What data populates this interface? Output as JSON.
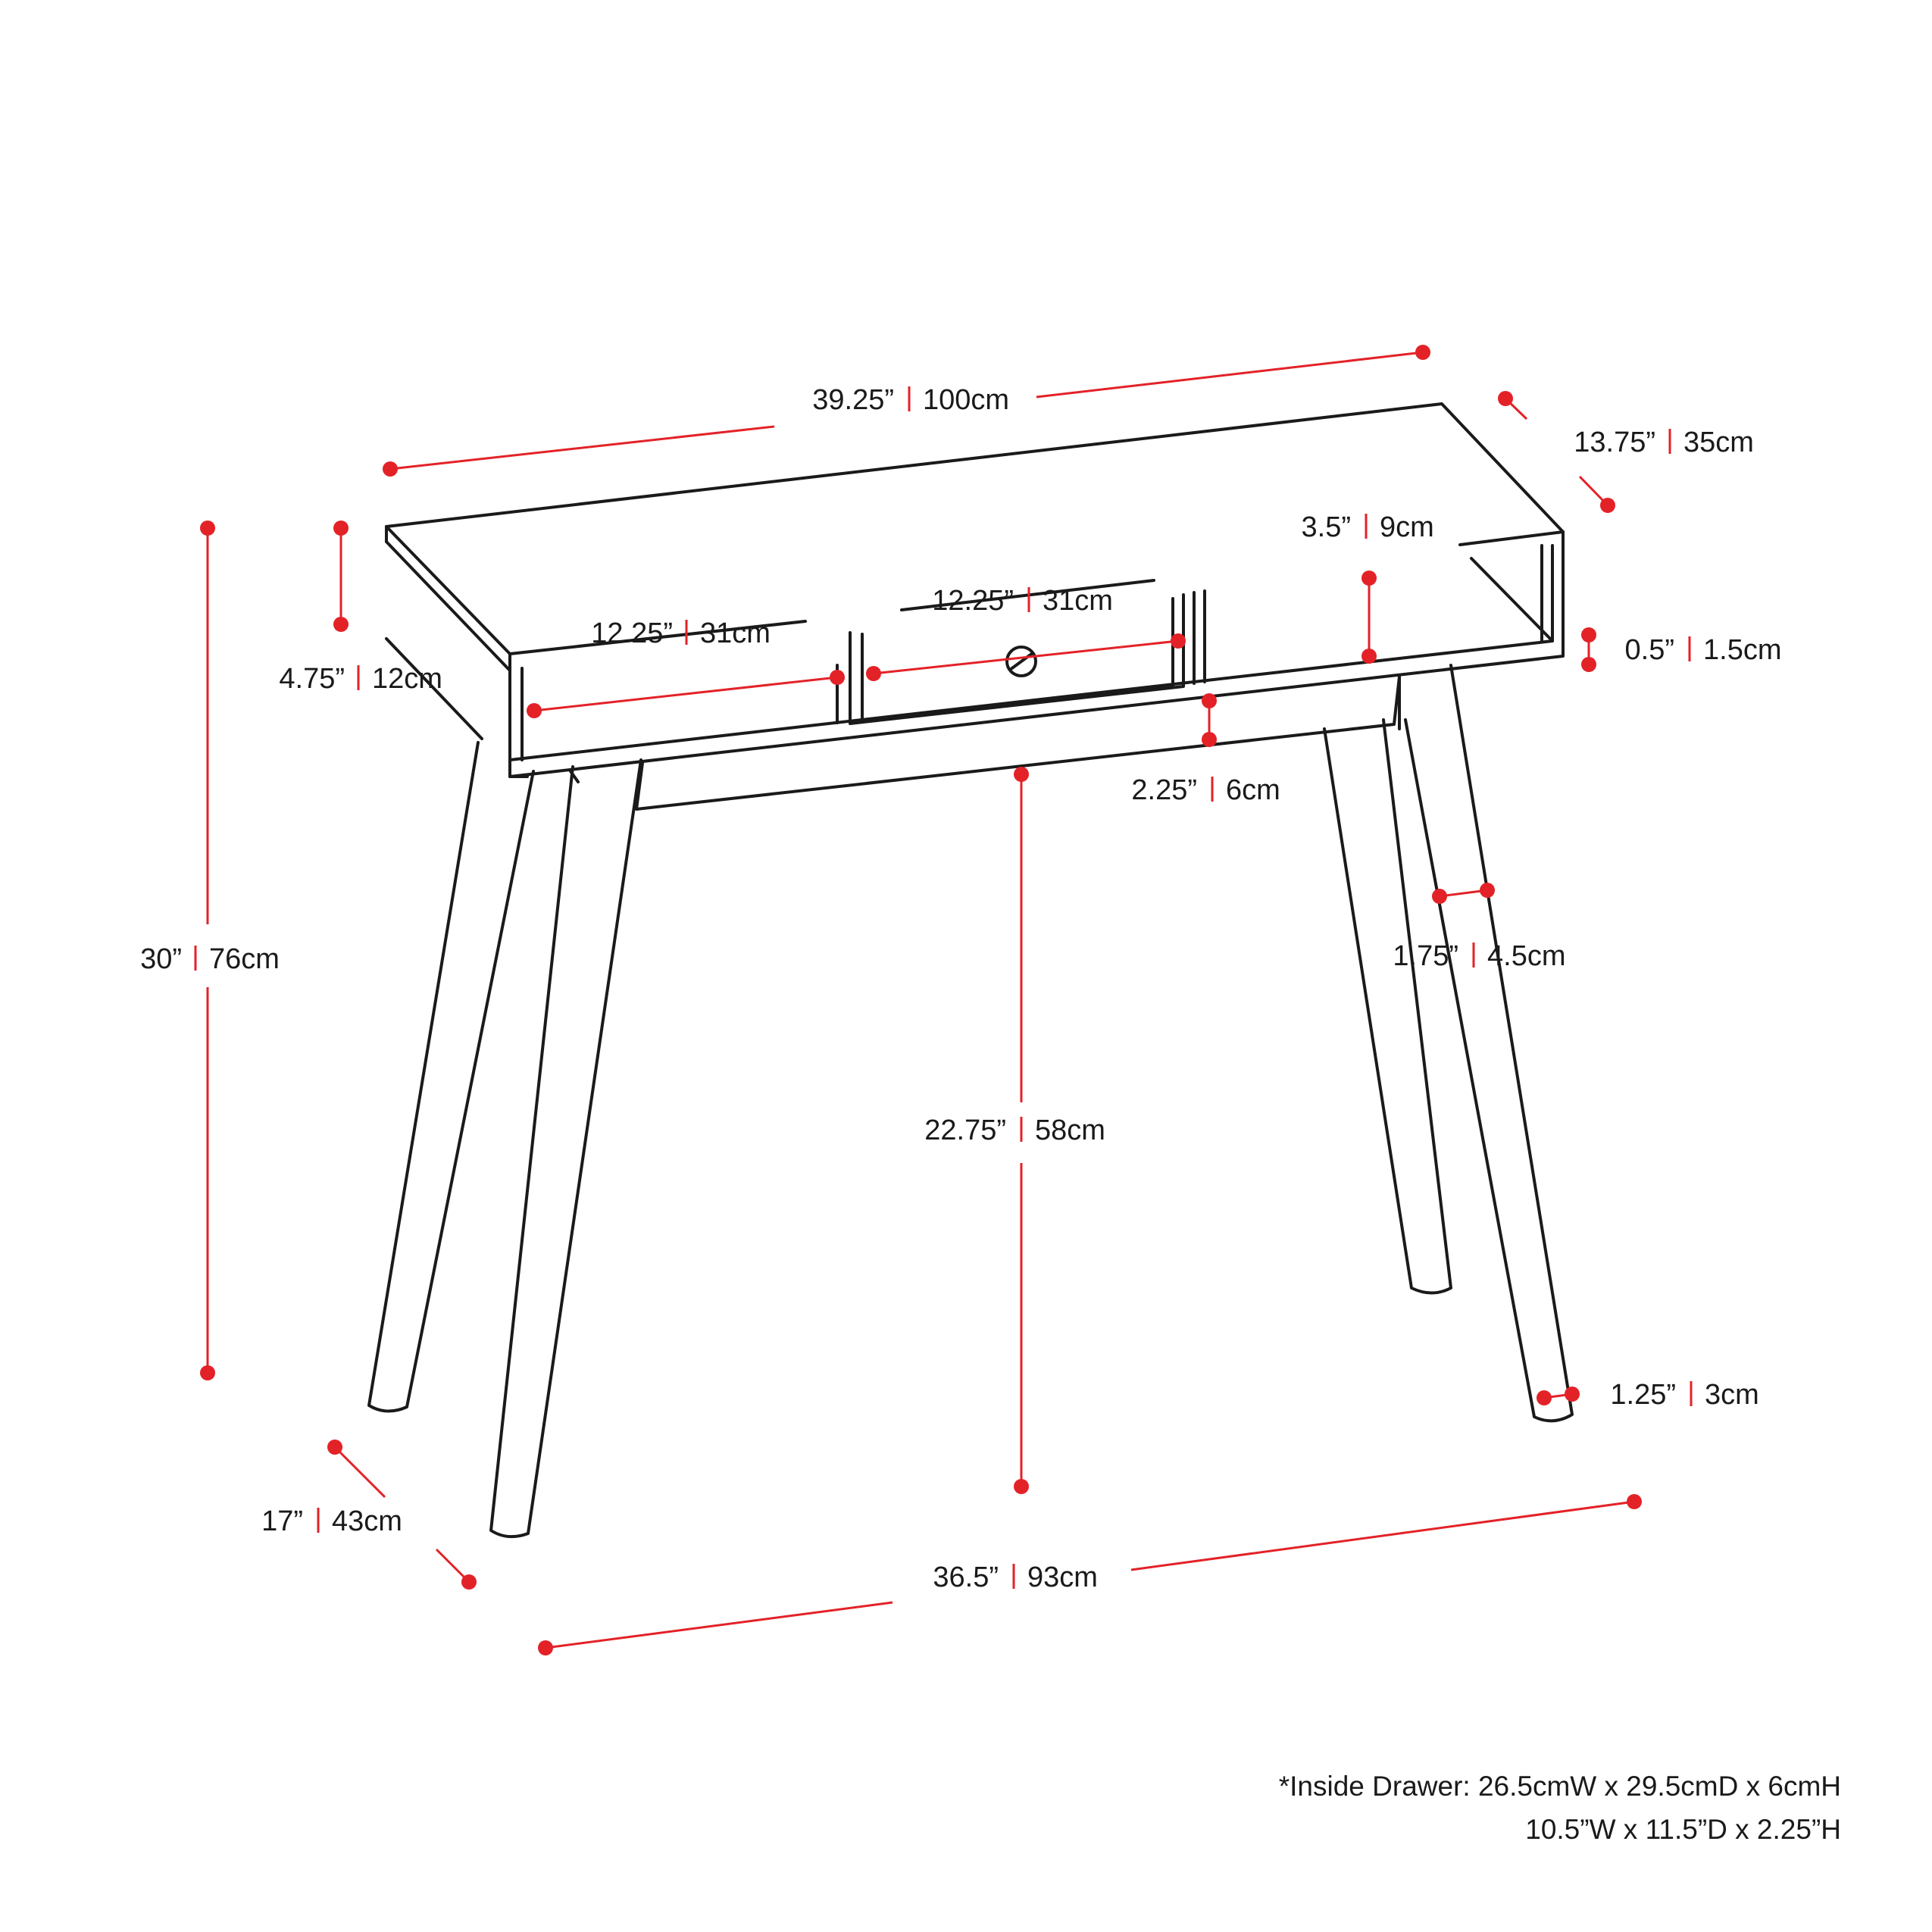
{
  "dimensions": {
    "top_width": {
      "imperial": "39.25”",
      "metric": "100cm"
    },
    "top_depth": {
      "imperial": "13.75”",
      "metric": "35cm"
    },
    "cabinet_height": {
      "imperial": "4.75”",
      "metric": "12cm"
    },
    "total_height": {
      "imperial": "30”",
      "metric": "76cm"
    },
    "left_opening": {
      "imperial": "12.25”",
      "metric": "31cm"
    },
    "drawer_width": {
      "imperial": "12.25”",
      "metric": "31cm"
    },
    "shelf_height": {
      "imperial": "3.5”",
      "metric": "9cm"
    },
    "panel_thickness": {
      "imperial": "0.5”",
      "metric": "1.5cm"
    },
    "apron_height": {
      "imperial": "2.25”",
      "metric": "6cm"
    },
    "leg_top_width": {
      "imperial": "1.75”",
      "metric": "4.5cm"
    },
    "leg_clearance": {
      "imperial": "22.75”",
      "metric": "58cm"
    },
    "leg_foot_width": {
      "imperial": "1.25”",
      "metric": "3cm"
    },
    "leg_depth": {
      "imperial": "17”",
      "metric": "43cm"
    },
    "leg_span": {
      "imperial": "36.5”",
      "metric": "93cm"
    }
  },
  "note": {
    "line1": "*Inside Drawer: 26.5cmW x 29.5cmD x 6cmH",
    "line2": "10.5”W x 11.5”D x 2.25”H"
  },
  "colors": {
    "dimension": "#e32228",
    "outline": "#1a1a1a"
  }
}
